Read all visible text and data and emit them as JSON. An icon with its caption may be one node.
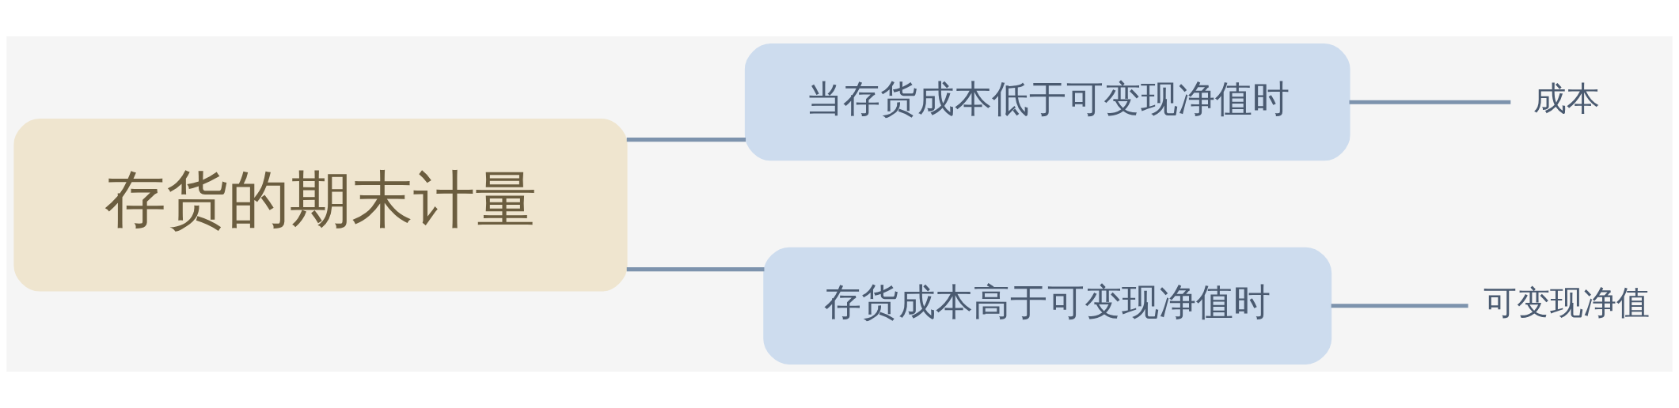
{
  "diagram": {
    "nodes": [
      {
        "text": [
          "存货的期末计量"
        ]
      },
      {
        "text": [
          "当存货成本低于可变现净值时"
        ]
      },
      {
        "text": [
          "存货成本高于可变现净值时"
        ]
      },
      {
        "text": [
          "成本"
        ]
      },
      {
        "text": [
          "可变现净值"
        ]
      }
    ],
    "edges": [
      {
        "from": 0,
        "to": 1,
        "arrow": "none"
      },
      {
        "from": 0,
        "to": 2,
        "arrow": "none"
      },
      {
        "from": 1,
        "to": 3,
        "arrow": "none"
      },
      {
        "from": 2,
        "to": 4,
        "arrow": "none"
      }
    ]
  }
}
